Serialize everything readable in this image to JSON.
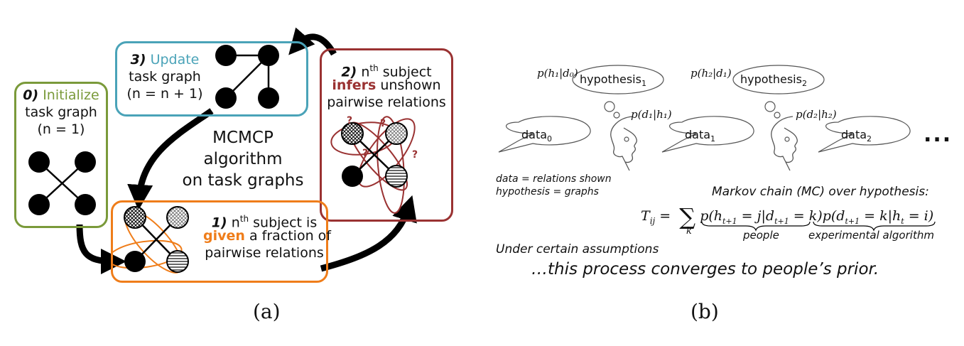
{
  "panel_a": {
    "step0": {
      "num": "0)",
      "word": "Initialize",
      "line2": "task graph",
      "line3": "(n = 1)"
    },
    "step1": {
      "num": "1)",
      "n": "n",
      "th": "th",
      "rest1": " subject is",
      "given": "given",
      "rest2": " a fraction of",
      "line3": "pairwise relations"
    },
    "step2": {
      "num": "2)",
      "n": "n",
      "th": "th",
      "rest1": " subject",
      "infers": "infers",
      "rest2": " unshown",
      "line3": "pairwise relations"
    },
    "step3": {
      "num": "3)",
      "word": "Update",
      "line2": "task graph",
      "line3": "(n = n + 1)"
    },
    "center_lines": [
      "MCMCP",
      "algorithm",
      "on task graphs"
    ],
    "question_mark": "?",
    "caption": "(a)"
  },
  "panel_b": {
    "hyp1": {
      "label": "hypothesis",
      "sub": "1",
      "prob": "p(h₁|d₀)"
    },
    "hyp2": {
      "label": "hypothesis",
      "sub": "2",
      "prob": "p(h₂|d₁)"
    },
    "data0": {
      "label": "data",
      "sub": "0"
    },
    "data1": {
      "label": "data",
      "sub": "1",
      "prob": "p(d₁|h₁)"
    },
    "data2": {
      "label": "data",
      "sub": "2",
      "prob": "p(d₂|h₂)"
    },
    "ellipsis": "...",
    "legend1": "data = relations shown",
    "legend2": "hypothesis = graphs",
    "mc_title": "Markov chain (MC) over hypothesis:",
    "eq_lhs": "T",
    "eq_lhs_sub": "ij",
    "eq_eq": " = ",
    "eq_sum": "∑",
    "eq_sum_sub": "k",
    "eq_term1": "p(h",
    "eq_term1_sub": "t+1",
    "eq_term1_rest": " = j|d",
    "eq_term1_sub2": "t+1",
    "eq_term1_end": " = k)",
    "eq_term2": "p(d",
    "eq_term2_sub": "t+1",
    "eq_term2_rest": " = k|h",
    "eq_term2_sub2": "t",
    "eq_term2_end": " = i)",
    "brace1_label": "people",
    "brace2_label": "experimental algorithm",
    "assumptions": "Under certain assumptions",
    "conclusion": "…this process converges to people’s prior.",
    "caption": "(b)"
  },
  "colors": {
    "green": "#7a9a3a",
    "orange": "#ef7d1a",
    "red": "#9a3232",
    "blue": "#4aa3b8"
  }
}
